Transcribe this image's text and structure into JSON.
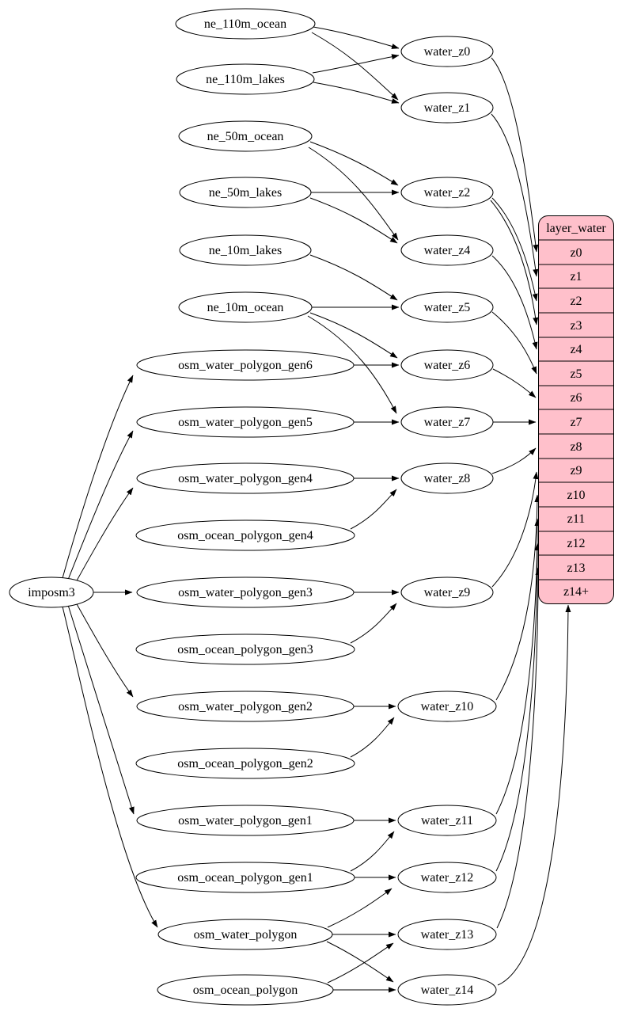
{
  "diagram": {
    "type": "etl-graph",
    "tool_label": "imposm3",
    "sources": [
      "ne_110m_ocean",
      "ne_110m_lakes",
      "ne_50m_ocean",
      "ne_50m_lakes",
      "ne_10m_lakes",
      "ne_10m_ocean",
      "osm_water_polygon_gen6",
      "osm_water_polygon_gen5",
      "osm_water_polygon_gen4",
      "osm_ocean_polygon_gen4",
      "osm_water_polygon_gen3",
      "osm_ocean_polygon_gen3",
      "osm_water_polygon_gen2",
      "osm_ocean_polygon_gen2",
      "osm_water_polygon_gen1",
      "osm_ocean_polygon_gen1",
      "osm_water_polygon",
      "osm_ocean_polygon"
    ],
    "intermediates": [
      "water_z0",
      "water_z1",
      "water_z2",
      "water_z4",
      "water_z5",
      "water_z6",
      "water_z7",
      "water_z8",
      "water_z9",
      "water_z10",
      "water_z11",
      "water_z12",
      "water_z13",
      "water_z14"
    ],
    "layer_table": {
      "title": "layer_water",
      "rows": [
        "z0",
        "z1",
        "z2",
        "z3",
        "z4",
        "z5",
        "z6",
        "z7",
        "z8",
        "z9",
        "z10",
        "z11",
        "z12",
        "z13",
        "z14+"
      ]
    },
    "colors": {
      "background": "#ffffff",
      "node_fill": "#ffffff",
      "edge": "#000000",
      "table_fill": "#ffc0cb"
    },
    "edges": [
      [
        "ne_110m_ocean",
        "water_z0"
      ],
      [
        "ne_110m_ocean",
        "water_z1"
      ],
      [
        "ne_110m_lakes",
        "water_z0"
      ],
      [
        "ne_110m_lakes",
        "water_z1"
      ],
      [
        "ne_50m_ocean",
        "water_z2"
      ],
      [
        "ne_50m_ocean",
        "water_z4"
      ],
      [
        "ne_50m_lakes",
        "water_z2"
      ],
      [
        "ne_50m_lakes",
        "water_z4"
      ],
      [
        "ne_10m_lakes",
        "water_z5"
      ],
      [
        "ne_10m_ocean",
        "water_z5"
      ],
      [
        "ne_10m_ocean",
        "water_z6"
      ],
      [
        "ne_10m_ocean",
        "water_z7"
      ],
      [
        "osm_water_polygon_gen6",
        "water_z6"
      ],
      [
        "osm_water_polygon_gen5",
        "water_z7"
      ],
      [
        "osm_water_polygon_gen4",
        "water_z8"
      ],
      [
        "osm_ocean_polygon_gen4",
        "water_z8"
      ],
      [
        "osm_water_polygon_gen3",
        "water_z9"
      ],
      [
        "osm_ocean_polygon_gen3",
        "water_z9"
      ],
      [
        "osm_water_polygon_gen2",
        "water_z10"
      ],
      [
        "osm_ocean_polygon_gen2",
        "water_z10"
      ],
      [
        "osm_water_polygon_gen1",
        "water_z11"
      ],
      [
        "osm_ocean_polygon_gen1",
        "water_z11"
      ],
      [
        "osm_ocean_polygon_gen1",
        "water_z12"
      ],
      [
        "osm_water_polygon",
        "water_z12"
      ],
      [
        "osm_water_polygon",
        "water_z13"
      ],
      [
        "osm_water_polygon",
        "water_z14"
      ],
      [
        "osm_ocean_polygon",
        "water_z13"
      ],
      [
        "osm_ocean_polygon",
        "water_z14"
      ],
      [
        "imposm3",
        "osm_water_polygon_gen6"
      ],
      [
        "imposm3",
        "osm_water_polygon_gen5"
      ],
      [
        "imposm3",
        "osm_water_polygon_gen4"
      ],
      [
        "imposm3",
        "osm_water_polygon_gen3"
      ],
      [
        "imposm3",
        "osm_water_polygon_gen2"
      ],
      [
        "imposm3",
        "osm_water_polygon_gen1"
      ],
      [
        "imposm3",
        "osm_water_polygon"
      ],
      [
        "water_z0",
        "layer_water.z0"
      ],
      [
        "water_z1",
        "layer_water.z1"
      ],
      [
        "water_z2",
        "layer_water.z2"
      ],
      [
        "water_z2",
        "layer_water.z3"
      ],
      [
        "water_z4",
        "layer_water.z4"
      ],
      [
        "water_z5",
        "layer_water.z5"
      ],
      [
        "water_z6",
        "layer_water.z6"
      ],
      [
        "water_z7",
        "layer_water.z7"
      ],
      [
        "water_z8",
        "layer_water.z8"
      ],
      [
        "water_z9",
        "layer_water.z9"
      ],
      [
        "water_z10",
        "layer_water.z10"
      ],
      [
        "water_z11",
        "layer_water.z11"
      ],
      [
        "water_z12",
        "layer_water.z12"
      ],
      [
        "water_z13",
        "layer_water.z13"
      ],
      [
        "water_z14",
        "layer_water.z14+"
      ]
    ]
  }
}
